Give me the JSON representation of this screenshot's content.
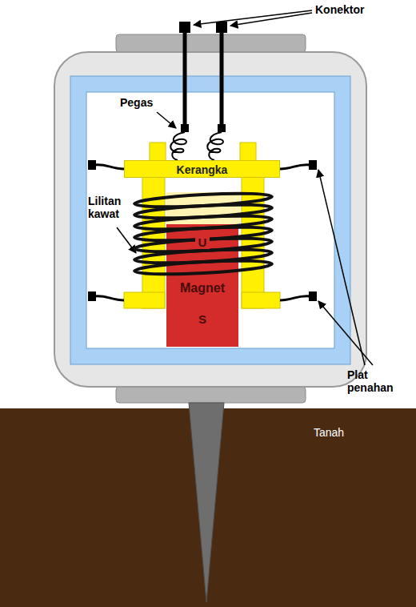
{
  "diagram": {
    "nodes": [
      {
        "text": [
          "Kerangka"
        ]
      },
      {
        "text": [
          "U",
          "Magnet",
          "S"
        ]
      },
      {
        "text": [
          "Tanah"
        ]
      }
    ],
    "labels": [
      "Konektor",
      "Pegas",
      "Lilitan kawat",
      "Plat penahan"
    ]
  }
}
